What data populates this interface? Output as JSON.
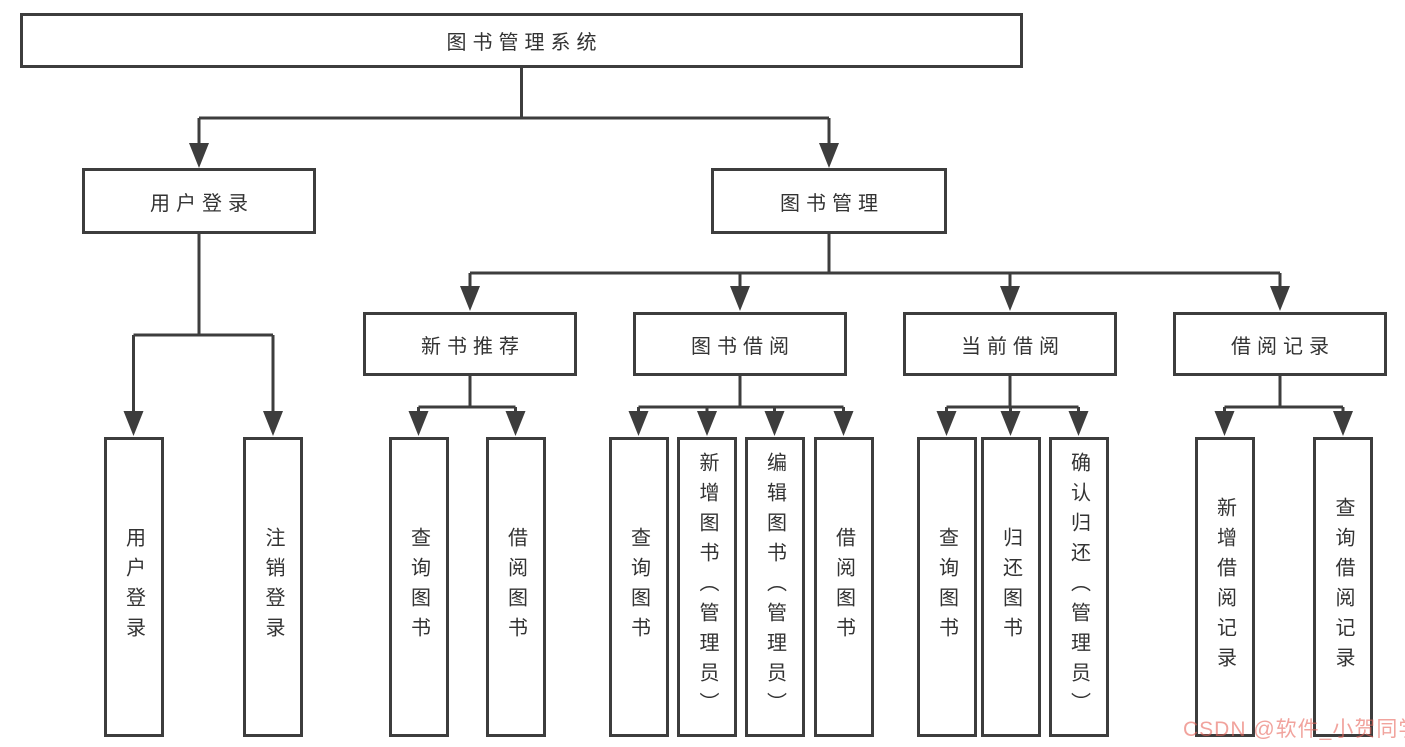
{
  "diagram_title": "图书管理系统",
  "tree": {
    "root": {
      "label": "图书管理系统",
      "children": [
        {
          "label": "用户登录",
          "children": [
            {
              "label": "用户登录"
            },
            {
              "label": "注销登录"
            }
          ]
        },
        {
          "label": "图书管理",
          "children": [
            {
              "label": "新书推荐",
              "children": [
                {
                  "label": "查询图书"
                },
                {
                  "label": "借阅图书"
                }
              ]
            },
            {
              "label": "图书借阅",
              "children": [
                {
                  "label": "查询图书"
                },
                {
                  "label": "新增图书（管理员）"
                },
                {
                  "label": "编辑图书（管理员）"
                },
                {
                  "label": "借阅图书"
                }
              ]
            },
            {
              "label": "当前借阅",
              "children": [
                {
                  "label": "查询图书"
                },
                {
                  "label": "归还图书"
                },
                {
                  "label": "确认归还（管理员）"
                }
              ]
            },
            {
              "label": "借阅记录",
              "children": [
                {
                  "label": "新增借阅记录"
                },
                {
                  "label": "查询借阅记录"
                }
              ]
            }
          ]
        }
      ]
    }
  },
  "watermark": {
    "text": "CSDN @软件_小贺同学",
    "color": "#e7655b"
  },
  "colors": {
    "line": "#3d3d3d",
    "node_border": "#3d3d3d",
    "node_background": "#ffffff",
    "text": "#333333",
    "background": "#ffffff"
  }
}
